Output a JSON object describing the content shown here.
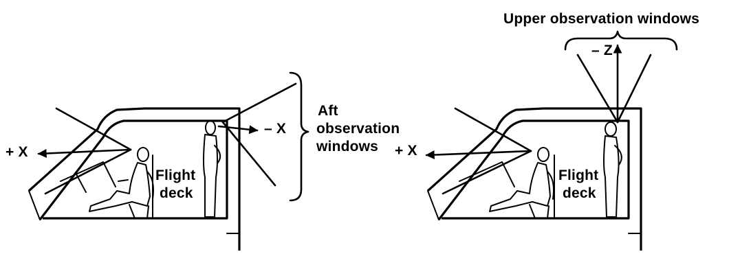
{
  "left_diagram": {
    "plus_x_label": "+ X",
    "minus_x_label": "– X",
    "aft_line1": "Aft",
    "aft_line2": "observation",
    "aft_line3": "windows",
    "flight_label": "Flight",
    "deck_label": "deck"
  },
  "right_diagram": {
    "plus_x_label": "+ X",
    "minus_z_label": "– Z",
    "upper_label": "Upper observation windows",
    "flight_label": "Flight",
    "deck_label": "deck"
  }
}
